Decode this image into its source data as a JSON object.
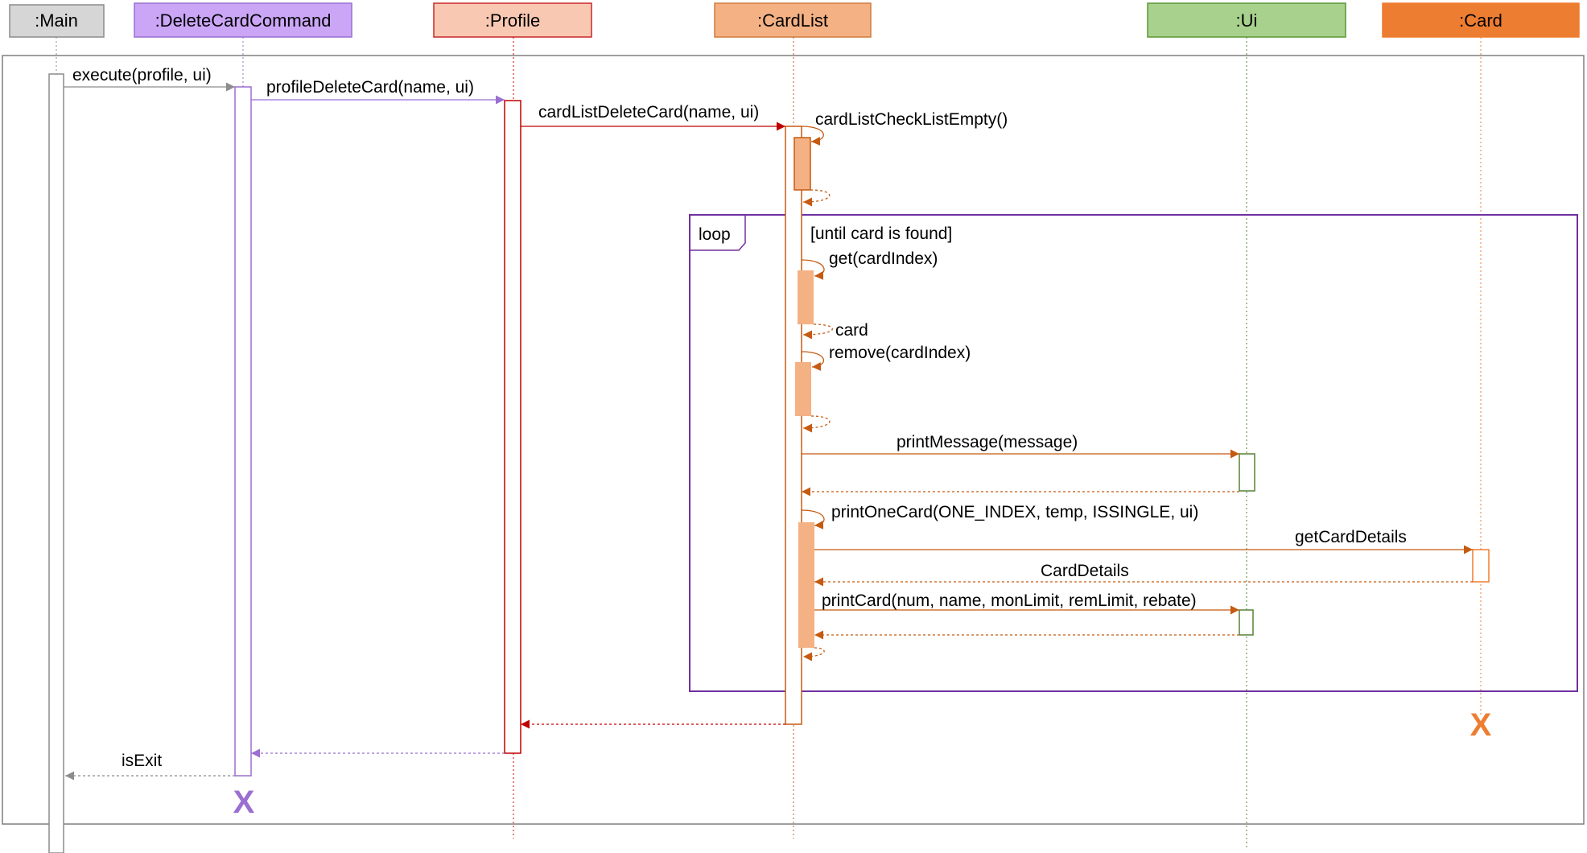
{
  "participants": [
    {
      "id": "main",
      "label": ":Main",
      "fill": "#d6d6d6",
      "stroke": "#8c8c8c"
    },
    {
      "id": "delete",
      "label": ":DeleteCardCommand",
      "fill": "#cba6f7",
      "stroke": "#9a6fd1"
    },
    {
      "id": "profile",
      "label": ":Profile",
      "fill": "#f9c8b2",
      "stroke": "#c82828"
    },
    {
      "id": "cardlist",
      "label": ":CardList",
      "fill": "#f4b184",
      "stroke": "#d07a3f"
    },
    {
      "id": "ui",
      "label": ":Ui",
      "fill": "#a9d18e",
      "stroke": "#5b9632"
    },
    {
      "id": "card",
      "label": ":Card",
      "fill": "#ed7d31",
      "stroke": "#ed7d31"
    }
  ],
  "colors": {
    "main": "#8c8c8c",
    "delete": "#9a6fd1",
    "profile": "#c00000",
    "cardlist": "#c55a11",
    "cardlist_activation": "#f4b184",
    "ui": "#548235",
    "card": "#ed7d31",
    "loop_frame": "#7030a0",
    "outer_frame": "#7f7f7f"
  },
  "loop": {
    "label": "loop",
    "guard": "[until card is found]"
  },
  "messages": {
    "execute": "execute(profile, ui)",
    "profile_delete": "profileDeleteCard(name, ui)",
    "cardlist_delete": "cardListDeleteCard(name, ui)",
    "check_empty": "cardListCheckListEmpty()",
    "get": "get(cardIndex)",
    "card_return": "card",
    "remove": "remove(cardIndex)",
    "print_message": "printMessage(message)",
    "print_one_card": "printOneCard(ONE_INDEX, temp, ISSINGLE, ui)",
    "get_card_details": "getCardDetails",
    "card_details_return": "CardDetails",
    "print_card": "printCard(num, name, monLimit, remLimit, rebate)",
    "is_exit": "isExit"
  },
  "destroy_mark": "X"
}
